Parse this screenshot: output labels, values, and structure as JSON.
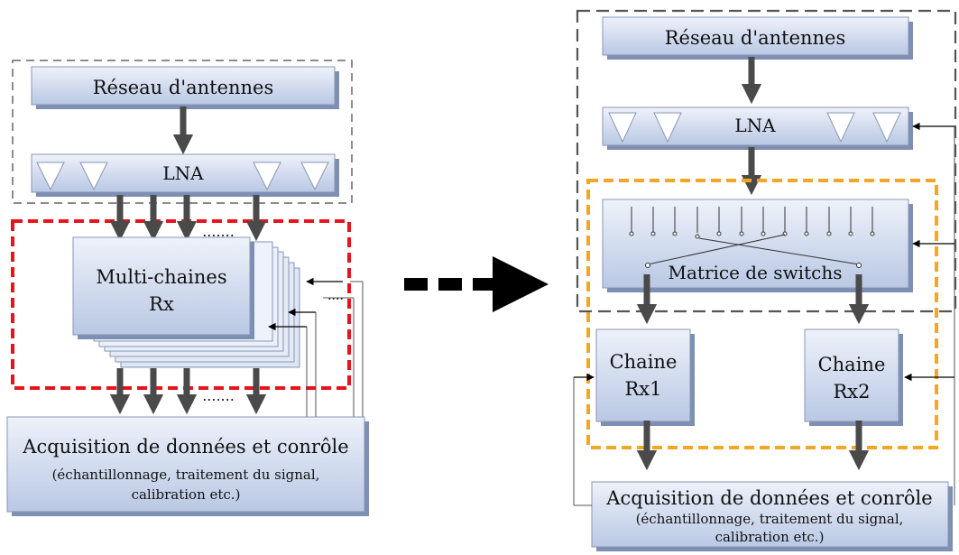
{
  "left": {
    "antenna_array": "Réseau d'antennes",
    "lna": "LNA",
    "multichain_line1": "Multi-chaines",
    "multichain_line2": "Rx",
    "dots_top": ".......",
    "dots_bottom": ".......",
    "dots_side": "....",
    "acq_title": "Acquisition de données et conrôle",
    "acq_sub1": "(échantillonnage, traitement du signal,",
    "acq_sub2": "calibration etc.)"
  },
  "right": {
    "antenna_array": "Réseau d'antennes",
    "lna": "LNA",
    "switch_matrix": "Matrice de switchs",
    "chain1_line1": "Chaine",
    "chain1_line2": "Rx1",
    "chain2_line1": "Chaine",
    "chain2_line2": "Rx2",
    "acq_title": "Acquisition de données et conrôle",
    "acq_sub1": "(échantillonnage, traitement du signal,",
    "acq_sub2": "calibration etc.)"
  },
  "colors": {
    "box_fill_top": "#eef2fa",
    "box_fill_bottom": "#b9c8e4",
    "shadow": "#7d8fb3",
    "arrow": "#4a4a4a",
    "frame_gray": "#666666",
    "frame_red": "#e8141b",
    "frame_orange": "#f5a623",
    "transition_arrow": "#000000"
  }
}
